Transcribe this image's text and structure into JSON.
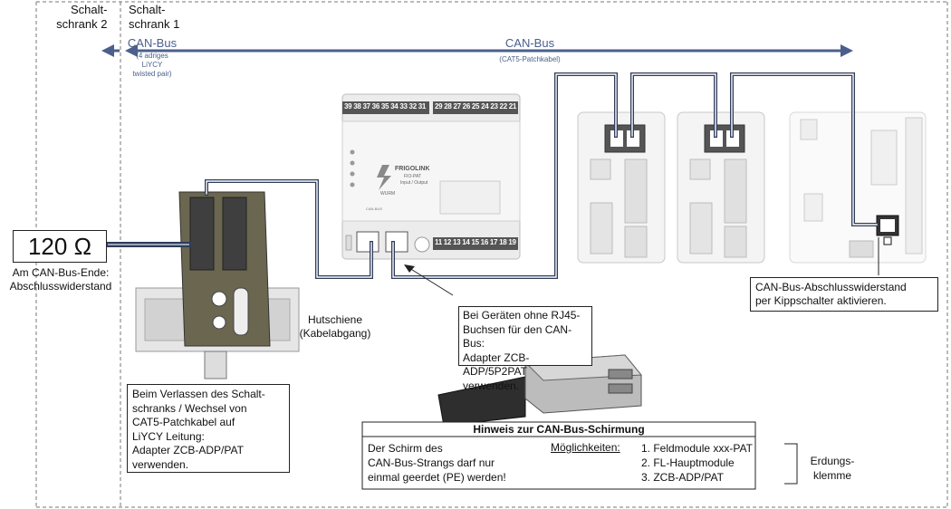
{
  "cabinets": {
    "cabinet2": [
      "Schalt-",
      "schrank 2"
    ],
    "cabinet1": [
      "Schalt-",
      "schrank 1"
    ]
  },
  "bus_left": {
    "label": "CAN-Bus",
    "sub": [
      "(4 adriges",
      "LiYCY",
      "twisted pair)"
    ]
  },
  "bus_right": {
    "label": "CAN-Bus",
    "sub": "(CAT5-Patchkabel)"
  },
  "resistor": {
    "value": "120 Ω",
    "caption": [
      "Am CAN-Bus-Ende:",
      "Abschlusswiderstand"
    ]
  },
  "din_rail": [
    "Hutschiene",
    "(Kabelabgang)"
  ],
  "note_adapter_pat": [
    "Beim Verlassen des Schalt-",
    "schranks / Wechsel von",
    "CAT5-Patchkabel auf",
    "LiYCY Leitung:",
    "Adapter ZCB-ADP/PAT",
    "verwenden."
  ],
  "note_rj45": [
    "Bei Geräten ohne RJ45-",
    "Buchsen für den CAN-Bus:",
    "Adapter ZCB-ADP/5P2PAT",
    "verwenden."
  ],
  "note_terminator": [
    "CAN-Bus-Abschlusswiderstand",
    "per Kippschalter aktivieren."
  ],
  "shield_note": {
    "title": "Hinweis zur CAN-Bus-Schirmung",
    "text": [
      "Der Schirm des",
      "CAN-Bus-Strangs darf nur",
      "einmal geerdet (PE) werden!"
    ],
    "options_label": "Möglichkeiten:",
    "options": [
      "1. Feldmodule xxx-PAT",
      "2. FL-Hauptmodule",
      "3. ZCB-ADP/PAT"
    ],
    "ground": [
      "Erdungs-",
      "klemme"
    ]
  },
  "module": {
    "top_terminals_left": "39 38 37 36 35 34 33 32 31",
    "top_terminals_right": "29 28 27 26 25 24 23 22 21",
    "bottom_terminals": "11 12 13 14 15 16 17 18 19",
    "brand": "FRIGOLINK",
    "model": "FIO-PAT",
    "subtitle": "Input / Output",
    "maker": "WURM",
    "bus_label": "CAN-BUS"
  },
  "colors": {
    "bus_blue": "#4a5f8c",
    "cable_dark": "#2f3c5a",
    "module_gray": "#d8d8d8",
    "terminal_dark": "#555555"
  }
}
